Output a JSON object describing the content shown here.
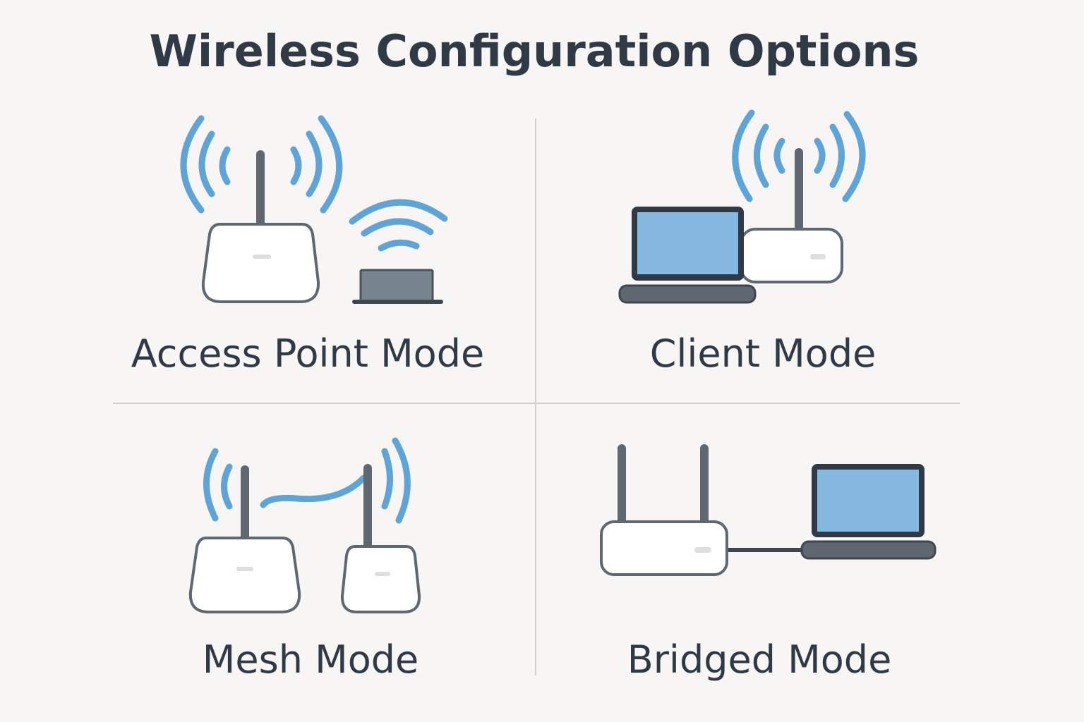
{
  "title": "Wireless Configuration Options",
  "modes": [
    {
      "label": "Access Point Mode",
      "icon": "router-broadcasting-to-device-icon"
    },
    {
      "label": "Client Mode",
      "icon": "laptop-with-router-icon"
    },
    {
      "label": "Mesh Mode",
      "icon": "mesh-routers-icon"
    },
    {
      "label": "Bridged Mode",
      "icon": "router-wired-to-laptop-icon"
    }
  ],
  "colors": {
    "background": "#f7f6f4",
    "text": "#2f3a46",
    "signal": "#5fa4d6",
    "device": "#5f6770",
    "screen": "#86b9e0"
  }
}
